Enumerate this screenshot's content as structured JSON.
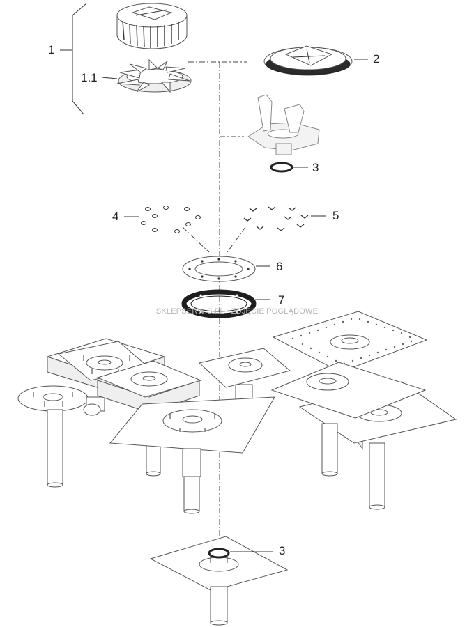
{
  "labels": {
    "l1": "1",
    "l1_1": "1.1",
    "l2": "2",
    "l3_top": "3",
    "l4": "4",
    "l5": "5",
    "l6": "6",
    "l7": "7",
    "l3_bottom": "3"
  },
  "watermark": "SKLEPSERWIS.PL - ZDJĘCIE POGLĄDOWE"
}
